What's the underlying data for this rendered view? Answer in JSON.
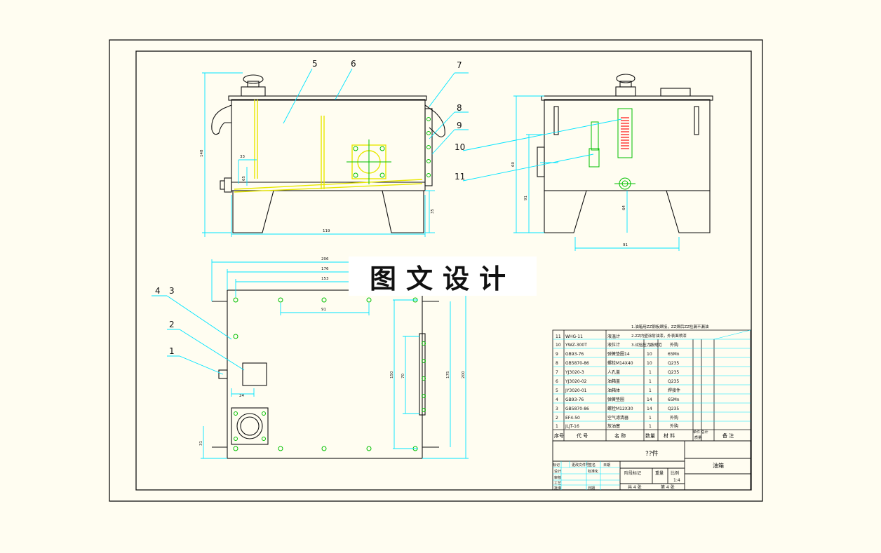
{
  "watermark": "图文设计",
  "balloons": [
    "1",
    "2",
    "3",
    "4",
    "5",
    "6",
    "7",
    "8",
    "9",
    "10",
    "11"
  ],
  "dimensions": {
    "front_width": "119",
    "front_height": "148",
    "front_leg": "35",
    "front_d1": "33",
    "front_d2": "65",
    "side_height1": "60",
    "side_height2": "91",
    "side_leg": "64",
    "side_bottom": "91",
    "top_w1": "206",
    "top_w2": "176",
    "top_w3": "153",
    "top_mid": "91",
    "top_small": "24",
    "top_left": "31",
    "top_r1": "150",
    "top_r2": "70",
    "top_r3": "175",
    "top_r4": "200"
  },
  "parts_table": {
    "notes": [
      "1.油箱用ZZ钢板焊接，ZZ焊后ZZ检漏不漏油",
      "2.ZZ内壁涂耐油漆，外表面喷漆",
      "3.试验压力按规范"
    ],
    "rows": [
      {
        "no": "11",
        "code": "WHG-11",
        "name": "液温计",
        "qty": "1",
        "material": "外购"
      },
      {
        "no": "10",
        "code": "YWZ-300T",
        "name": "液位计",
        "qty": "1",
        "material": "外购"
      },
      {
        "no": "9",
        "code": "GB93-76",
        "name": "弹簧垫圈14",
        "qty": "10",
        "material": "65Mn"
      },
      {
        "no": "8",
        "code": "GB5870-86",
        "name": "螺栓M14X40",
        "qty": "10",
        "material": "Q235"
      },
      {
        "no": "7",
        "code": "YJ3020-3",
        "name": "人孔盖",
        "qty": "1",
        "material": "Q235"
      },
      {
        "no": "6",
        "code": "YJ3020-02",
        "name": "油箱盖",
        "qty": "1",
        "material": "Q235"
      },
      {
        "no": "5",
        "code": "JY3020-01",
        "name": "油箱体",
        "qty": "1",
        "material": "焊接件"
      },
      {
        "no": "4",
        "code": "GB93-76",
        "name": "弹簧垫圈",
        "qty": "14",
        "material": "65Mn"
      },
      {
        "no": "3",
        "code": "GB5870-86",
        "name": "螺栓M12X30",
        "qty": "14",
        "material": "Q235"
      },
      {
        "no": "2",
        "code": "EF4-50",
        "name": "空气滤清器",
        "qty": "1",
        "material": "外购"
      },
      {
        "no": "1",
        "code": "JLJT-16",
        "name": "放油塞",
        "qty": "1",
        "material": "外购"
      }
    ],
    "header": {
      "no": "序号",
      "code": "代  号",
      "name": "名  称",
      "qty": "数量",
      "material": "材  料",
      "unit_total": "单件 总计",
      "mass": "质量",
      "remark": "备  注"
    }
  },
  "title_block": {
    "part_name": "??件",
    "drawing_name": "油箱",
    "stage_label": "阶段标记",
    "weight_label": "重量",
    "scale_label": "比例",
    "scale": "1:4",
    "sheet": "共 4 张",
    "sheet_no": "第 4 张",
    "design": "设计",
    "check": "审核",
    "process": "工艺",
    "approve": "批准",
    "std": "标准化",
    "date": "日期",
    "mark": "标记",
    "count": "处数",
    "zone": "分区",
    "change": "更改文件号",
    "sign": "签名"
  },
  "colors": {
    "background": "#fffdf1",
    "line": "#111111",
    "cyan": "#00e5ff",
    "green": "#00c000",
    "yellow": "#e8e800",
    "red": "#ff3030"
  }
}
